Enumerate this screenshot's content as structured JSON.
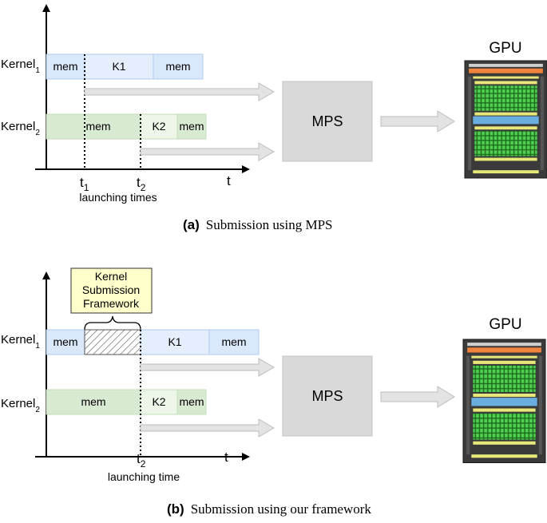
{
  "colors": {
    "mem_blue": "#dae8fc",
    "kernel_blue": "#e4eefc",
    "blue_border": "#aecbf2",
    "mem_green": "#d8ead2",
    "kernel_green": "#eef6ea",
    "mps_fill": "#d9d9d9",
    "arrow_fill": "#e3e3e3",
    "framework_fill": "#ffffcc"
  },
  "panel_a": {
    "kernel1_label": "Kernel",
    "kernel1_sub": "1",
    "kernel2_label": "Kernel",
    "kernel2_sub": "2",
    "k1_segments": [
      "mem",
      "K1",
      "mem"
    ],
    "k2_segments": [
      "mem",
      "K2",
      "mem"
    ],
    "t1_label": "t",
    "t1_sub": "1",
    "t2_label": "t",
    "t2_sub": "2",
    "axis_label": "t",
    "launch_label": "launching times",
    "mps_label": "MPS",
    "gpu_label": "GPU",
    "caption_letter": "(a)",
    "caption_text": "Submission using MPS"
  },
  "panel_b": {
    "framework_label": [
      "Kernel",
      "Submission",
      "Framework"
    ],
    "kernel1_label": "Kernel",
    "kernel1_sub": "1",
    "kernel2_label": "Kernel",
    "kernel2_sub": "2",
    "k1_segments": [
      "mem",
      "K1",
      "mem"
    ],
    "k2_segments": [
      "mem",
      "K2",
      "mem"
    ],
    "t2_label": "t",
    "t2_sub": "2",
    "axis_label": "t",
    "launch_label": "launching time",
    "mps_label": "MPS",
    "gpu_label": "GPU",
    "caption_letter": "(b)",
    "caption_text": "Submission using our framework"
  }
}
